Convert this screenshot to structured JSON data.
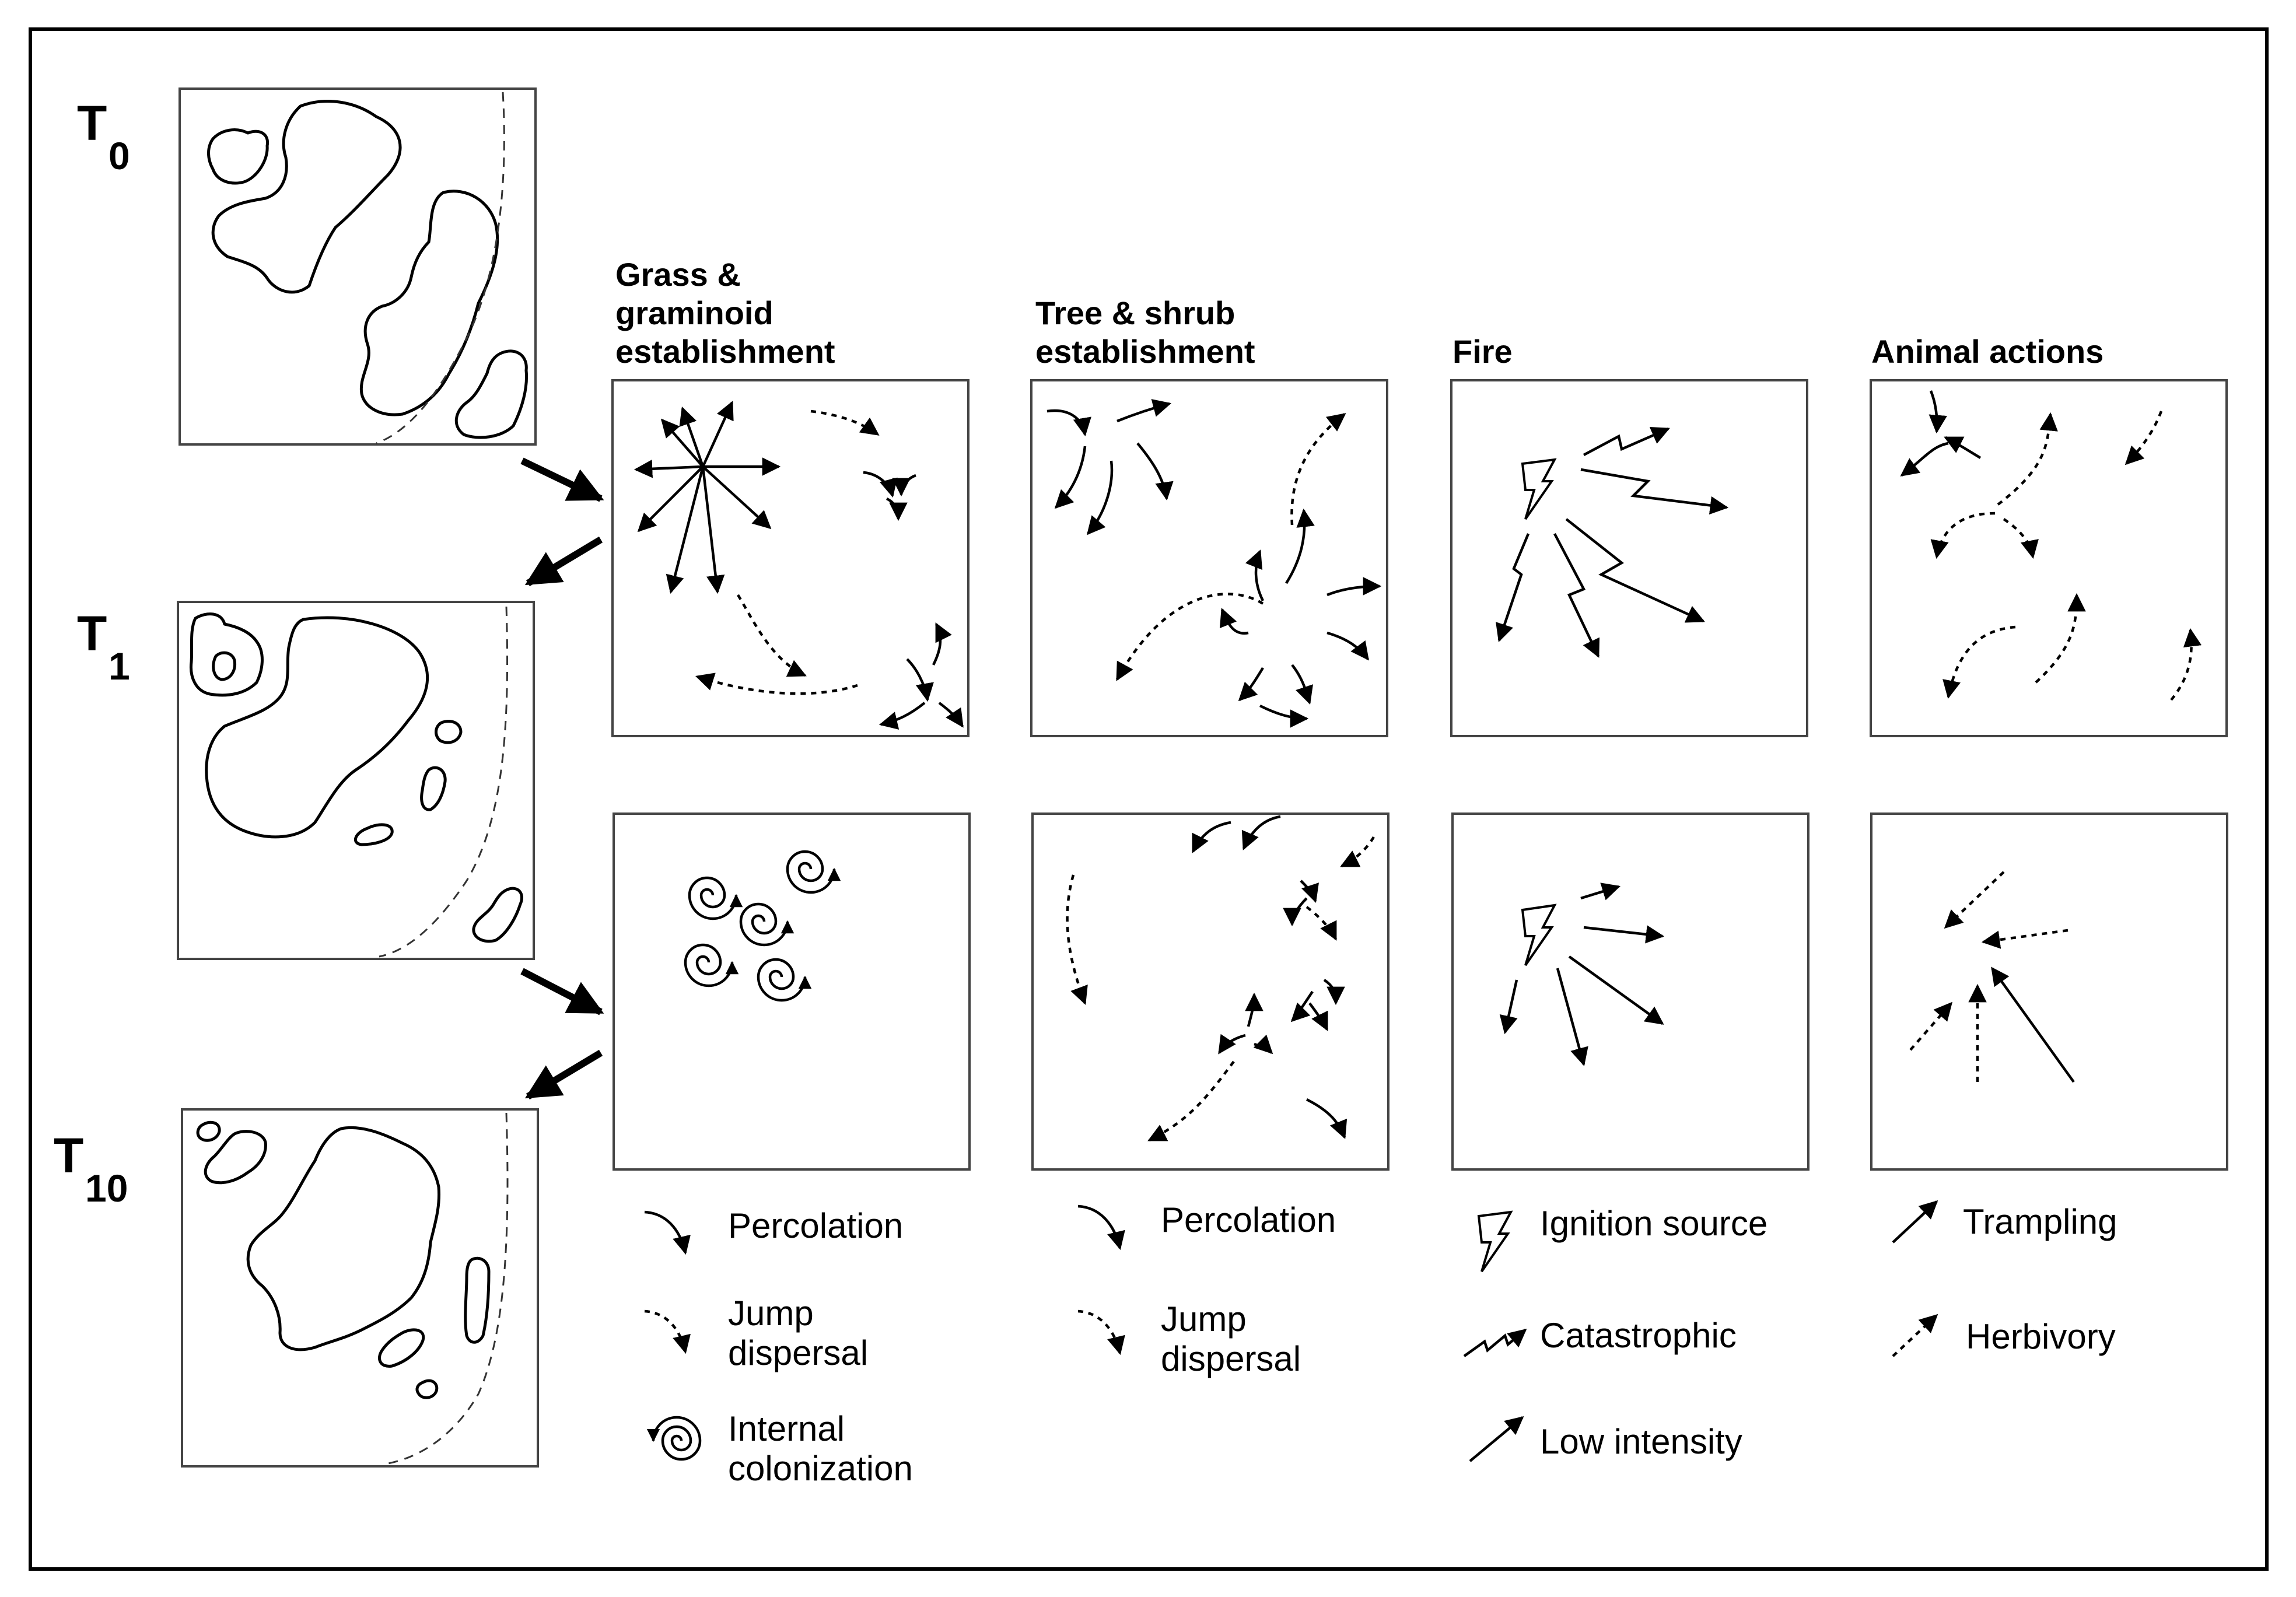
{
  "time_labels": [
    {
      "main": "T",
      "sub": "0"
    },
    {
      "main": "T",
      "sub": "1"
    },
    {
      "main": "T",
      "sub": "10"
    }
  ],
  "columns": [
    {
      "header": [
        "Grass &",
        "graminoid",
        "establishment"
      ]
    },
    {
      "header": [
        "Tree & shrub",
        "establishment"
      ]
    },
    {
      "header": [
        "Fire"
      ]
    },
    {
      "header": [
        "Animal actions"
      ]
    }
  ],
  "legend": {
    "grass": {
      "percolation": "Percolation",
      "jump": [
        "Jump",
        "dispersal"
      ],
      "internal": [
        "Internal",
        "colonization"
      ]
    },
    "tree": {
      "percolation": "Percolation",
      "jump": [
        "Jump",
        "dispersal"
      ]
    },
    "fire": {
      "ignition": "Ignition source",
      "catastrophic": "Catastrophic",
      "low": "Low intensity"
    },
    "animal": {
      "trampling": "Trampling",
      "herbivory": "Herbivory"
    }
  },
  "icons": [
    "lightning-bolt-icon",
    "spiral-arrow-icon",
    "curved-arrow-icon",
    "dotted-arrow-icon",
    "zigzag-arrow-icon",
    "straight-arrow-icon",
    "flow-arrow-icon"
  ]
}
